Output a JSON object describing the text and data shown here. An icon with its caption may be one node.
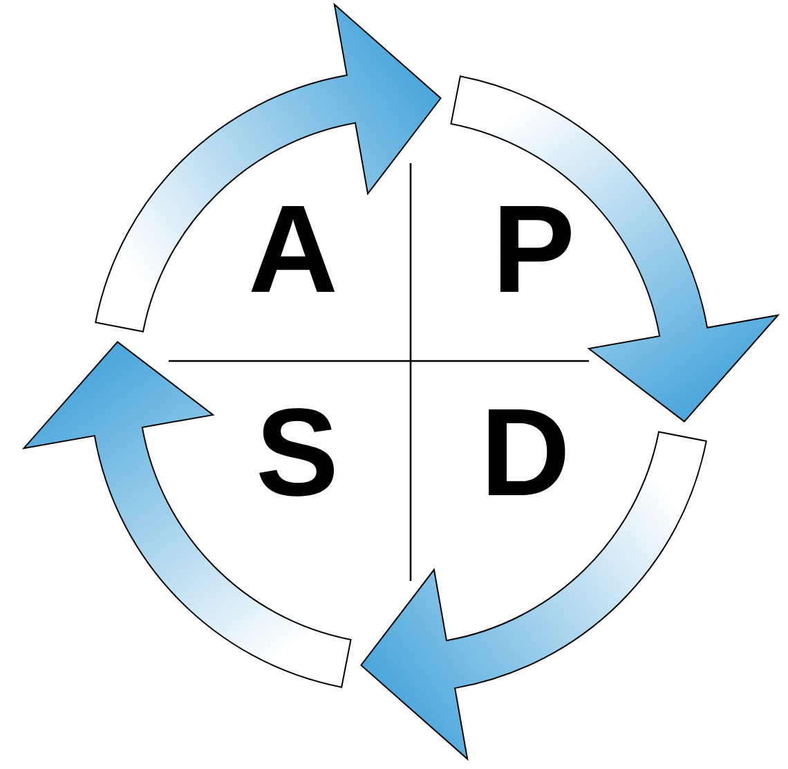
{
  "diagram": {
    "nodes": [
      {
        "text": [
          "A"
        ]
      },
      {
        "text": [
          "P"
        ]
      },
      {
        "text": [
          "S"
        ]
      },
      {
        "text": [
          "D"
        ]
      }
    ],
    "edges": [
      {
        "from": 0,
        "to": 1,
        "arrow": "to"
      },
      {
        "from": 1,
        "to": 3,
        "arrow": "to"
      },
      {
        "from": 3,
        "to": 2,
        "arrow": "to"
      },
      {
        "from": 2,
        "to": 0,
        "arrow": "to"
      }
    ]
  }
}
